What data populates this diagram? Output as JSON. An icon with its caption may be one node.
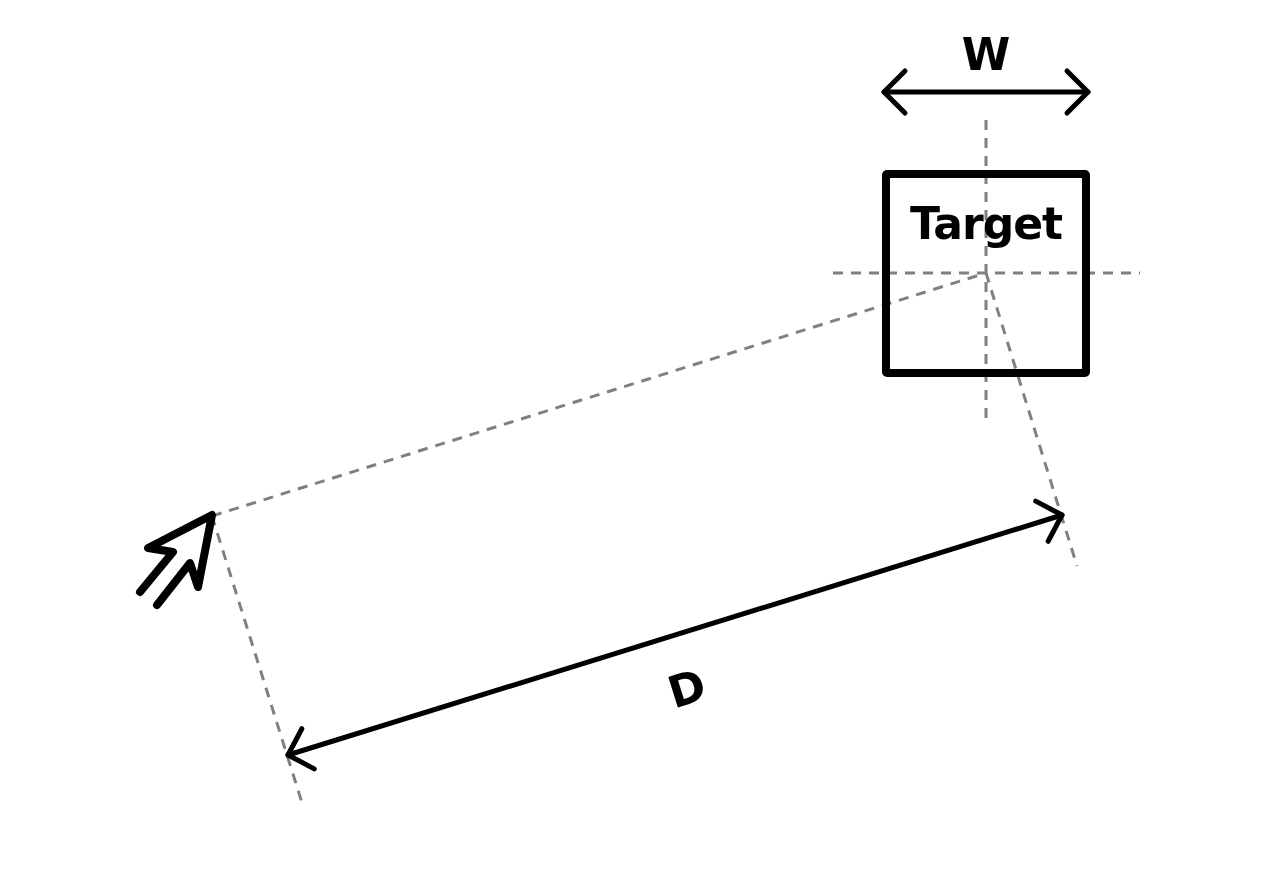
{
  "diagram": {
    "nodes": [
      {
        "text": [
          "Target"
        ]
      }
    ],
    "labels": [
      "W",
      "D"
    ]
  }
}
